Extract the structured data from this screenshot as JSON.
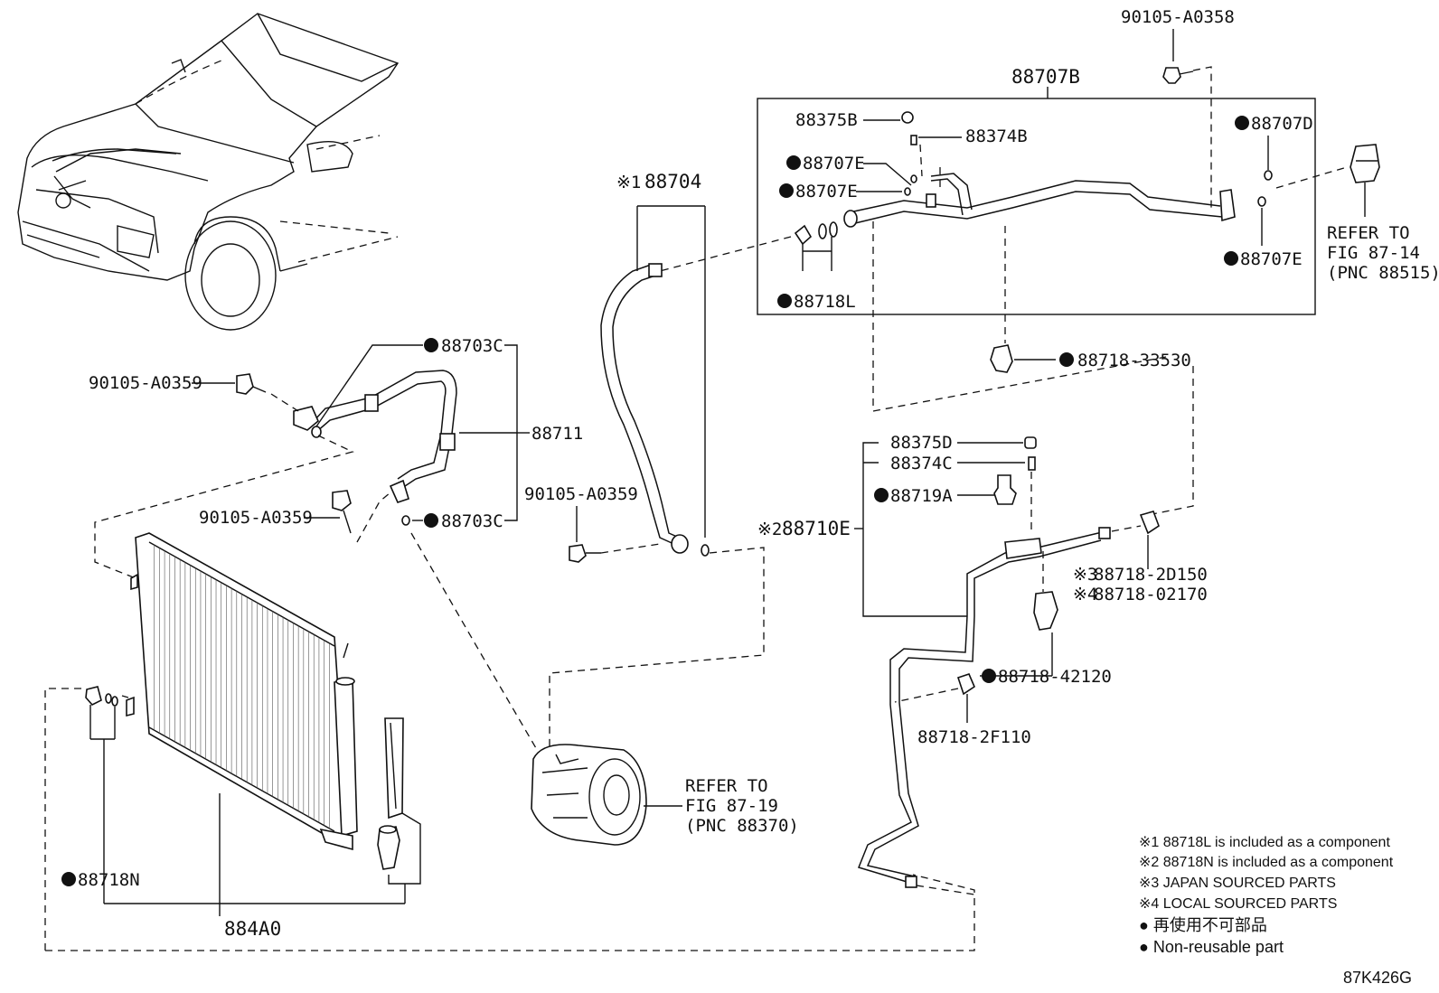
{
  "diagram_code": "87K426G",
  "labels": {
    "bolt_top": "90105-A0358",
    "tube_assy_top": "88707B",
    "o_ring_top_left": "88375B",
    "valve_core_top": "88374B",
    "o_ring_e1": "88707E",
    "o_ring_e2": "88707E",
    "o_ring_d": "88707D",
    "o_ring_e_right": "88707E",
    "clamp_l": "88718L",
    "refer_expansion_1": "REFER TO",
    "refer_expansion_2": "FIG 87-14",
    "refer_expansion_3": "(PNC 88515)",
    "hose_88704": "88704",
    "hose_88704_mark": "※1",
    "o_ring_703c_top": "88703C",
    "discharge_hose": "88711",
    "o_ring_703c_bottom": "88703C",
    "bolt_left_top": "90105-A0359",
    "bolt_left_mid": "90105-A0359",
    "bolt_mid": "90105-A0359",
    "clamp_33530": "88718-33530",
    "cap_375d": "88375D",
    "valve_374c": "88374C",
    "sensor_719a": "88719A",
    "tube_710e": "88710E",
    "tube_710e_mark": "※2",
    "clamp_2d150": "88718-2D150",
    "clamp_2d150_mark": "※3",
    "clamp_02170": "88718-02170",
    "clamp_02170_mark": "※4",
    "clamp_42120": "88718-42120",
    "clamp_2f110": "88718-2F110",
    "refer_compressor_1": "REFER TO",
    "refer_compressor_2": "FIG 87-19",
    "refer_compressor_3": "(PNC 88370)",
    "clamp_n": "88718N",
    "condenser": "884A0"
  },
  "notes": {
    "note1": "※1 88718L is included as a component",
    "note2": "※2 88718N is included as a component",
    "note3": "※3 JAPAN SOURCED PARTS",
    "note4": "※4 LOCAL SOURCED PARTS",
    "note5": "● 再使用不可部品",
    "note6": "● Non-reusable part"
  }
}
